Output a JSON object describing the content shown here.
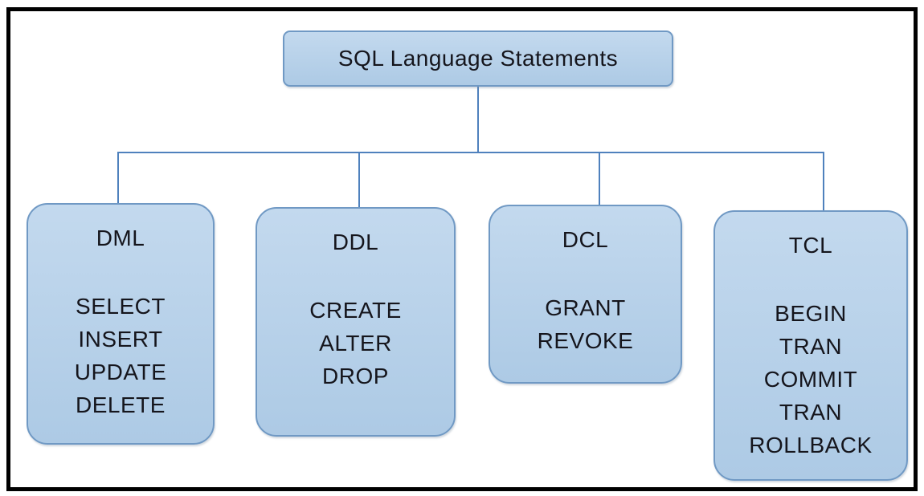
{
  "diagram": {
    "title": "SQL Language Statements",
    "categories": [
      {
        "name": "DML",
        "items": [
          "SELECT",
          "INSERT",
          "UPDATE",
          "DELETE"
        ]
      },
      {
        "name": "DDL",
        "items": [
          "CREATE",
          "ALTER",
          "DROP"
        ]
      },
      {
        "name": "DCL",
        "items": [
          "GRANT",
          "REVOKE"
        ]
      },
      {
        "name": "TCL",
        "items": [
          "BEGIN",
          "TRAN",
          "COMMIT",
          "TRAN",
          "ROLLBACK"
        ]
      }
    ],
    "colors": {
      "background": "#ffffff",
      "frame": "#000000",
      "box_fill_top": "#c3d9ee",
      "box_fill_bottom": "#adcae5",
      "box_border": "#7099c4",
      "connector": "#4f81bd",
      "text": "#15151c"
    }
  }
}
